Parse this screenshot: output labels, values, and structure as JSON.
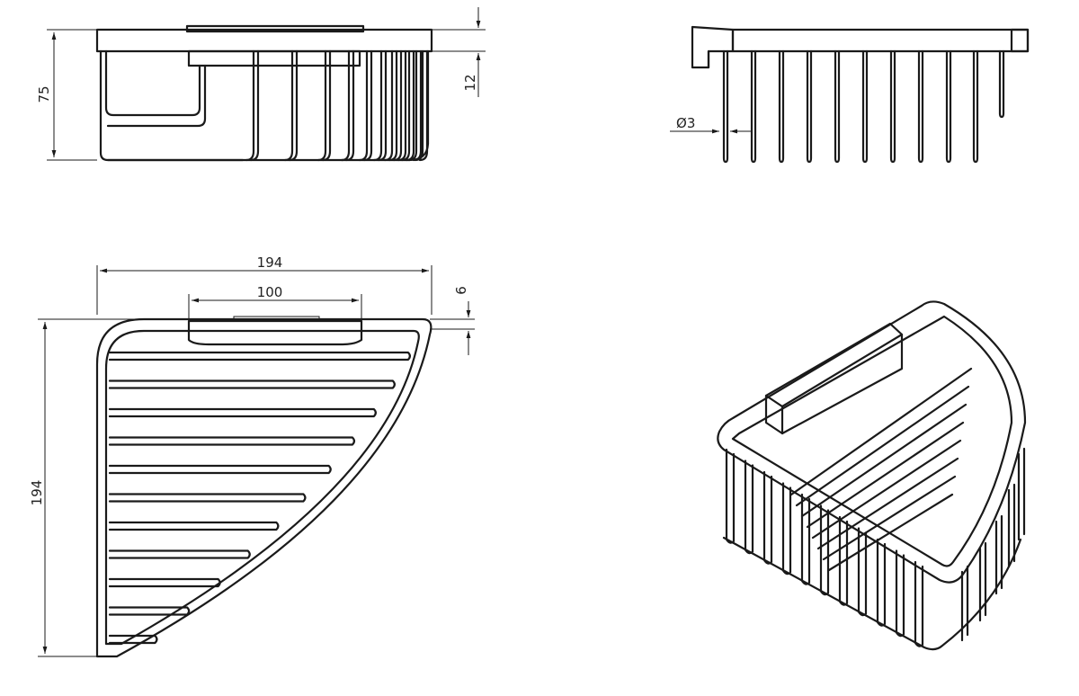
{
  "dimensions": {
    "side_height": "75",
    "side_rim_offset": "12",
    "wire_diameter_symbol": "Ø",
    "wire_diameter": "3",
    "top_width": "194",
    "top_depth": "194",
    "bracket_width": "100",
    "bracket_offset": "6"
  }
}
